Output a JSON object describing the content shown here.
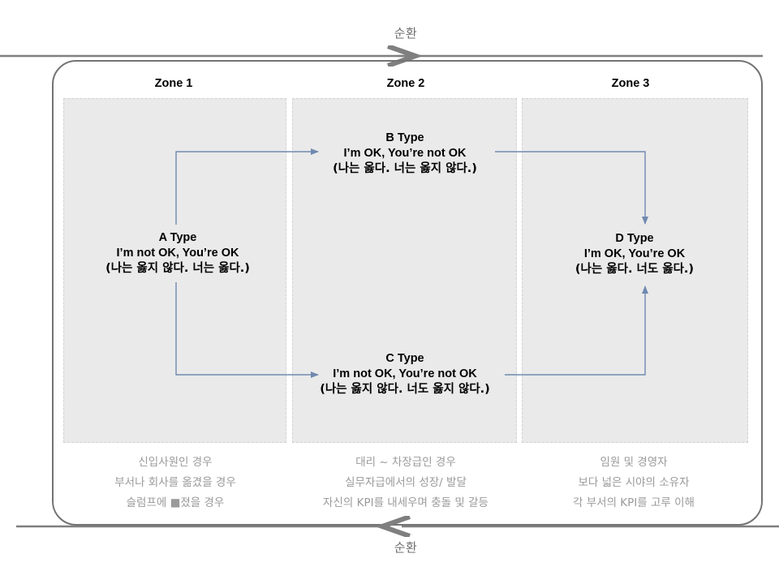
{
  "cycle": {
    "top_label": "순환",
    "bottom_label": "순환",
    "arrow_color": "#7f7f7f"
  },
  "frame": {
    "border_color": "#737373"
  },
  "zones": [
    {
      "header": "Zone 1"
    },
    {
      "header": "Zone 2"
    },
    {
      "header": "Zone 3"
    }
  ],
  "panel": {
    "fill_color": "#eaeaea",
    "dash_color": "#d2d2d2"
  },
  "types": {
    "a": {
      "title": "A Type",
      "english": "I’m not OK, You’re OK",
      "korean": "(나는 옳지 않다. 너는 옳다.)"
    },
    "b": {
      "title": "B Type",
      "english": "I’m OK, You’re not OK",
      "korean": "(나는 옳다. 너는 옳지 않다.)"
    },
    "c": {
      "title": "C Type",
      "english": "I’m not OK, You’re not OK",
      "korean": "(나는 옳지 않다. 너도 옳지 않다.)"
    },
    "d": {
      "title": "D Type",
      "english": "I’m OK, You’re OK",
      "korean": "(나는 옳다. 너도 옳다.)"
    }
  },
  "captions": {
    "zone1": {
      "line1": "신입사원인 경우",
      "line2": "부서나 회사를 옮겼을 경우",
      "line3": "슬럼프에 ■졌을 경우"
    },
    "zone2": {
      "line1": "대리 ~ 차장급인 경우",
      "line2": "실무자급에서의 성장/ 발달",
      "line3": "자신의 KPI를 내세우며 충돌 및 갈등"
    },
    "zone3": {
      "line1": "임원 및 경영자",
      "line2": "보다 넓은 시야의 소유자",
      "line3": "각 부서의 KPI를 고루 이해"
    }
  },
  "connectors": {
    "color": "#7089b0",
    "edges": [
      {
        "name": "a-to-b",
        "from": "A Type",
        "to": "B Type"
      },
      {
        "name": "a-to-c",
        "from": "A Type",
        "to": "C Type"
      },
      {
        "name": "b-to-d",
        "from": "B Type",
        "to": "D Type"
      },
      {
        "name": "c-to-d",
        "from": "C Type",
        "to": "D Type"
      }
    ]
  }
}
